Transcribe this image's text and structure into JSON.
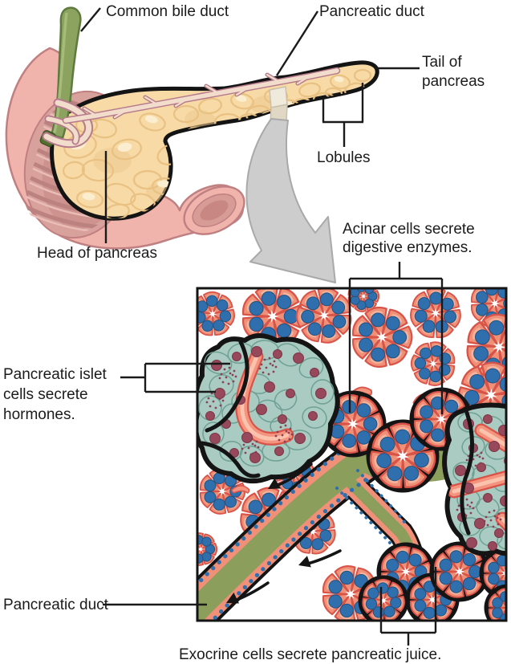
{
  "figure": {
    "macro": {
      "labels": {
        "common_bile_duct": "Common bile duct",
        "pancreatic_duct": "Pancreatic duct",
        "tail_line1": "Tail of",
        "tail_line2": "pancreas",
        "lobules": "Lobules",
        "head": "Head of pancreas"
      }
    },
    "micro": {
      "labels": {
        "acinar_line1": "Acinar cells secrete",
        "acinar_line2": "digestive enzymes.",
        "islet_line1": "Pancreatic islet",
        "islet_line2": "cells secrete",
        "islet_line3": "hormones.",
        "duct": "Pancreatic duct",
        "exocrine": "Exocrine cells secrete pancreatic juice."
      }
    },
    "colors": {
      "outline_black": "#141414",
      "line_black": "#1a1a1a",
      "pancreas_fill": "#F7DAA6",
      "pancreas_lump": "#E9C183",
      "pancreas_lump_hi": "#FBEDCF",
      "pancreas_patch": "#EFC98E",
      "duodenum_fill": "#F1B4AC",
      "duodenum_stroke": "#C08082",
      "duodenum_window": "#D9A19C",
      "duodenum_inner": "#CE938E",
      "duodenum_fold": "#BB8280",
      "duodenum_fold_hi": "#E9BDB6",
      "bile_duct_fill": "#8CA35F",
      "bile_duct_stroke": "#5E7A3E",
      "bile_duct_dark": "#55702F",
      "bile_duct_hi": "#A9BD7D",
      "panc_duct_line": "#B57A8C",
      "panc_duct_fill": "#F2DCCB",
      "chip_top": "#F0EADC",
      "chip_front": "#E0D8C4",
      "chip_stroke": "#C9C0AB",
      "arrow_gray": "#CDCDCD",
      "arrow_gray_stroke": "#A9A9A9",
      "acinar_cell": "#F09078",
      "acinar_cell_light": "#F7B9A0",
      "acinar_stroke": "#D85348",
      "acinar_nucleus": "#2F6FAE",
      "acinar_nucleus_stroke": "#24527F",
      "islet_cell": "#A9CBC1",
      "islet_cell_stroke": "#6FA093",
      "islet_nucleus": "#97485A",
      "islet_nucleus_stroke": "#7C3648",
      "islet_stipple": "#8A4156",
      "capillary_out": "#D85348",
      "capillary_mid": "#F4937E",
      "capillary_core": "#FBC3AE",
      "duct_green": "#8C9E5C",
      "white": "#FFFFFF"
    }
  }
}
